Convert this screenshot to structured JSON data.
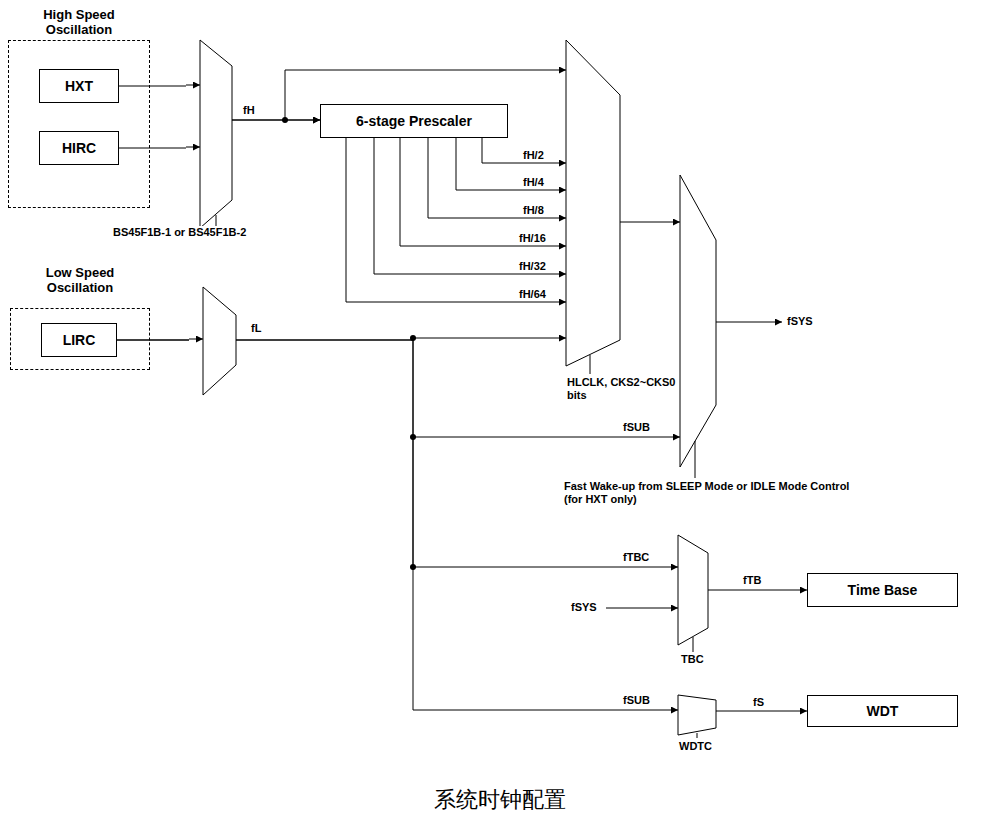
{
  "diagram": {
    "caption": "系统时钟配置",
    "nodes": [
      {
        "text": [
          "High Speed Oscillation"
        ]
      },
      {
        "text": [
          "HXT"
        ],
        "in": 0
      },
      {
        "text": [
          "HIRC"
        ],
        "in": 0
      },
      {
        "text": [
          "6-stage Prescaler"
        ]
      },
      {
        "text": [
          "Low Speed Oscillation"
        ]
      },
      {
        "text": [
          "LIRC"
        ],
        "in": 4
      },
      {
        "text": [
          "Time Base"
        ]
      },
      {
        "text": [
          "WDT"
        ]
      }
    ],
    "edges": [
      {
        "from": 1,
        "to": 3,
        "arrow": "to"
      },
      {
        "from": 2,
        "to": 3,
        "arrow": "to"
      },
      {
        "from": 5,
        "to": 6,
        "arrow": "to"
      },
      {
        "from": 5,
        "to": 7,
        "arrow": "to"
      }
    ],
    "labels": [
      "BS45F1B-1 or BS45F1B-2",
      "fH",
      "fH/2",
      "fH/4",
      "fH/8",
      "fH/16",
      "fH/32",
      "fH/64",
      "fL",
      "HLCLK, CKS2~CKS0 bits",
      "fSYS",
      "fSUB",
      "Fast Wake-up from SLEEP Mode or IDLE Mode Control (for HXT only)",
      "fTBC",
      "fSYS",
      "fTB",
      "TBC",
      "fSUB",
      "fS",
      "WDTC"
    ]
  }
}
